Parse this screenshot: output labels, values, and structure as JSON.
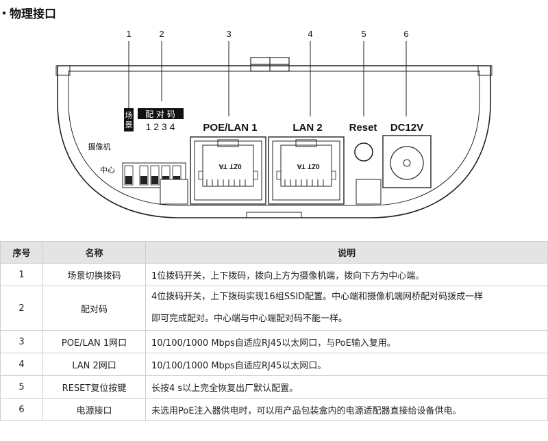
{
  "section_title": "物理接口",
  "callouts": [
    "1",
    "2",
    "3",
    "4",
    "5",
    "6"
  ],
  "device": {
    "switch1_label": "场景",
    "switch2_label": "配 对 码",
    "switch2_numbers": "1 2 3 4",
    "side_label_top": "摄像机",
    "side_label_bottom": "中心",
    "port1_label": "POE/LAN 1",
    "port2_label": "LAN 2",
    "reset_label": "Reset",
    "power_label": "DC12V",
    "jack_text": "0ZT TA"
  },
  "table": {
    "headers": [
      "序号",
      "名称",
      "说明"
    ],
    "rows": [
      {
        "no": "1",
        "name": "场景切换拨码",
        "desc": [
          "1位拨码开关，上下拨码，拨向上方为摄像机端，拨向下方为中心端。"
        ]
      },
      {
        "no": "2",
        "name": "配对码",
        "desc": [
          "4位拨码开关，上下拨码实现16组SSID配置。中心端和摄像机端网桥配对码拨成一样",
          "即可完成配对。中心端与中心端配对码不能一样。"
        ]
      },
      {
        "no": "3",
        "name": "POE/LAN 1网口",
        "desc": [
          "10/100/1000 Mbps自适应RJ45以太网口，与PoE输入复用。"
        ]
      },
      {
        "no": "4",
        "name": "LAN 2网口",
        "desc": [
          "10/100/1000 Mbps自适应RJ45以太网口。"
        ]
      },
      {
        "no": "5",
        "name": "RESET复位按键",
        "desc": [
          "长按4 s以上完全恢复出厂默认配置。"
        ]
      },
      {
        "no": "6",
        "name": "电源接口",
        "desc": [
          "未选用PoE注入器供电时，可以用产品包装盒内的电源适配器直接给设备供电。"
        ]
      }
    ]
  }
}
